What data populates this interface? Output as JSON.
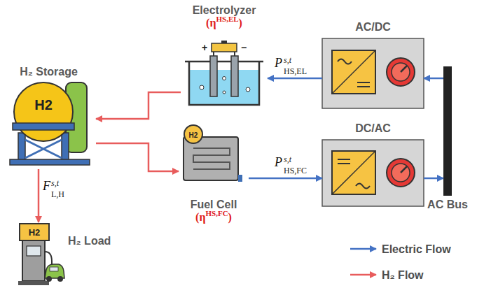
{
  "diagram": {
    "nodes": [
      {
        "text": [
          "Electrolyzer",
          "(η",
          "HS,EL",
          ")"
        ]
      },
      {
        "text": [
          "AC/DC"
        ]
      },
      {
        "text": [
          "H₂ Storage"
        ]
      },
      {
        "text": [
          "DC/AC"
        ]
      },
      {
        "text": [
          "Fuel Cell",
          "(η",
          "HS,FC",
          ")"
        ]
      },
      {
        "text": [
          "AC Bus"
        ]
      },
      {
        "text": [
          "H₂ Load"
        ]
      }
    ],
    "edges": [
      {
        "from": 5,
        "to": 1,
        "arrow": "to"
      },
      {
        "from": 1,
        "to": 0,
        "arrow": "to",
        "label": "P"
      },
      {
        "from": 0,
        "to": 2,
        "arrow": "to"
      },
      {
        "from": 2,
        "to": 4,
        "arrow": "to"
      },
      {
        "from": 4,
        "to": 3,
        "arrow": "to",
        "label": "P"
      },
      {
        "from": 3,
        "to": 5,
        "arrow": "to"
      },
      {
        "from": 2,
        "to": 6,
        "arrow": "to",
        "label": "F"
      }
    ],
    "labels": [
      "+",
      "−",
      "H2",
      "H2",
      "H2",
      "s,t",
      "HS,EL",
      "s,t",
      "HS,FC",
      "s,t",
      "L,H"
    ],
    "legend": [
      {
        "text": "Electric Flow"
      },
      {
        "text": "H₂ Flow"
      }
    ]
  }
}
